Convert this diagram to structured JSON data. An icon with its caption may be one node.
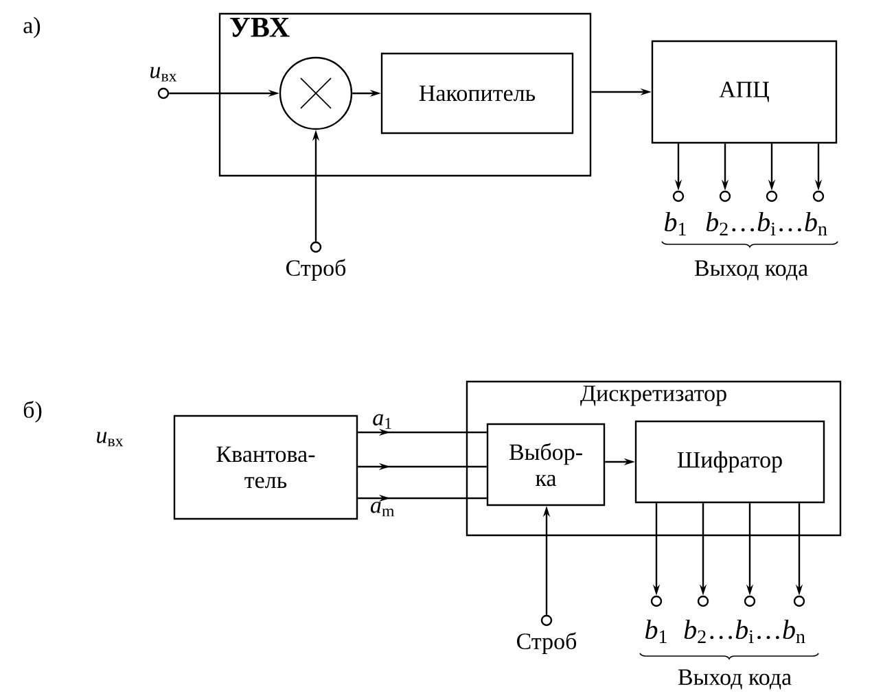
{
  "diagram": {
    "nodes": [
      {
        "text": [
          "УВХ"
        ]
      },
      {
        "text": [],
        "shape": "circle",
        "in": 0
      },
      {
        "text": [
          "Накопитель"
        ],
        "in": 0
      },
      {
        "text": [
          "АПЦ"
        ]
      },
      {
        "text": [],
        "shape": "circle",
        "beside": [
          "*u*$_{вх}$"
        ]
      },
      {
        "text": [],
        "shape": "circle",
        "beside": [
          "Строб"
        ]
      },
      {
        "text": [],
        "shape": "circle"
      },
      {
        "text": [],
        "shape": "circle"
      },
      {
        "text": [],
        "shape": "circle"
      },
      {
        "text": [],
        "shape": "circle"
      },
      {
        "text": [
          "Квантова- тель"
        ]
      },
      {
        "text": [
          "Дискретизатор"
        ]
      },
      {
        "text": [
          "Выбор- ка"
        ],
        "in": 11
      },
      {
        "text": [
          "Шифратор"
        ],
        "in": 11
      },
      {
        "text": [],
        "shape": "circle",
        "beside": [
          "Строб"
        ]
      },
      {
        "text": [],
        "shape": "circle"
      },
      {
        "text": [],
        "shape": "circle"
      },
      {
        "text": [],
        "shape": "circle"
      },
      {
        "text": [],
        "shape": "circle"
      }
    ],
    "edges": [
      {
        "from": 4,
        "to": 1,
        "arrow": "to"
      },
      {
        "from": 1,
        "to": 2,
        "arrow": "to"
      },
      {
        "from": 5,
        "to": 1,
        "arrow": "to"
      },
      {
        "from": 0,
        "to": 3,
        "arrow": "to"
      },
      {
        "from": 3,
        "to": 6,
        "arrow": "to"
      },
      {
        "from": 3,
        "to": 7,
        "arrow": "to"
      },
      {
        "from": 3,
        "to": 8,
        "arrow": "to"
      },
      {
        "from": 3,
        "to": 9,
        "arrow": "to"
      },
      {
        "from": 10,
        "to": 12,
        "arrow": "to",
        "label": "*a*$_{1}$"
      },
      {
        "from": 10,
        "to": 12,
        "arrow": "to"
      },
      {
        "from": 10,
        "to": 12,
        "arrow": "to",
        "label": "*a*$_{m}$"
      },
      {
        "from": 12,
        "to": 13,
        "arrow": "to"
      },
      {
        "from": 14,
        "to": 12,
        "arrow": "to"
      },
      {
        "from": 13,
        "to": 15,
        "arrow": "to"
      },
      {
        "from": 13,
        "to": 16,
        "arrow": "to"
      },
      {
        "from": 13,
        "to": 17,
        "arrow": "to"
      },
      {
        "from": 13,
        "to": 18,
        "arrow": "to"
      }
    ],
    "labels": [
      "а)",
      "*b*$_{1}$",
      "*b*$_{2}$…*b*$_{i}$…*b*$_{n}$",
      "Выход кода",
      "б)",
      "*u*$_{вх}$",
      "*b*$_{1}$",
      "*b*$_{2}$…*b*$_{i}$…*b*$_{n}$",
      "Выход кода"
    ]
  }
}
